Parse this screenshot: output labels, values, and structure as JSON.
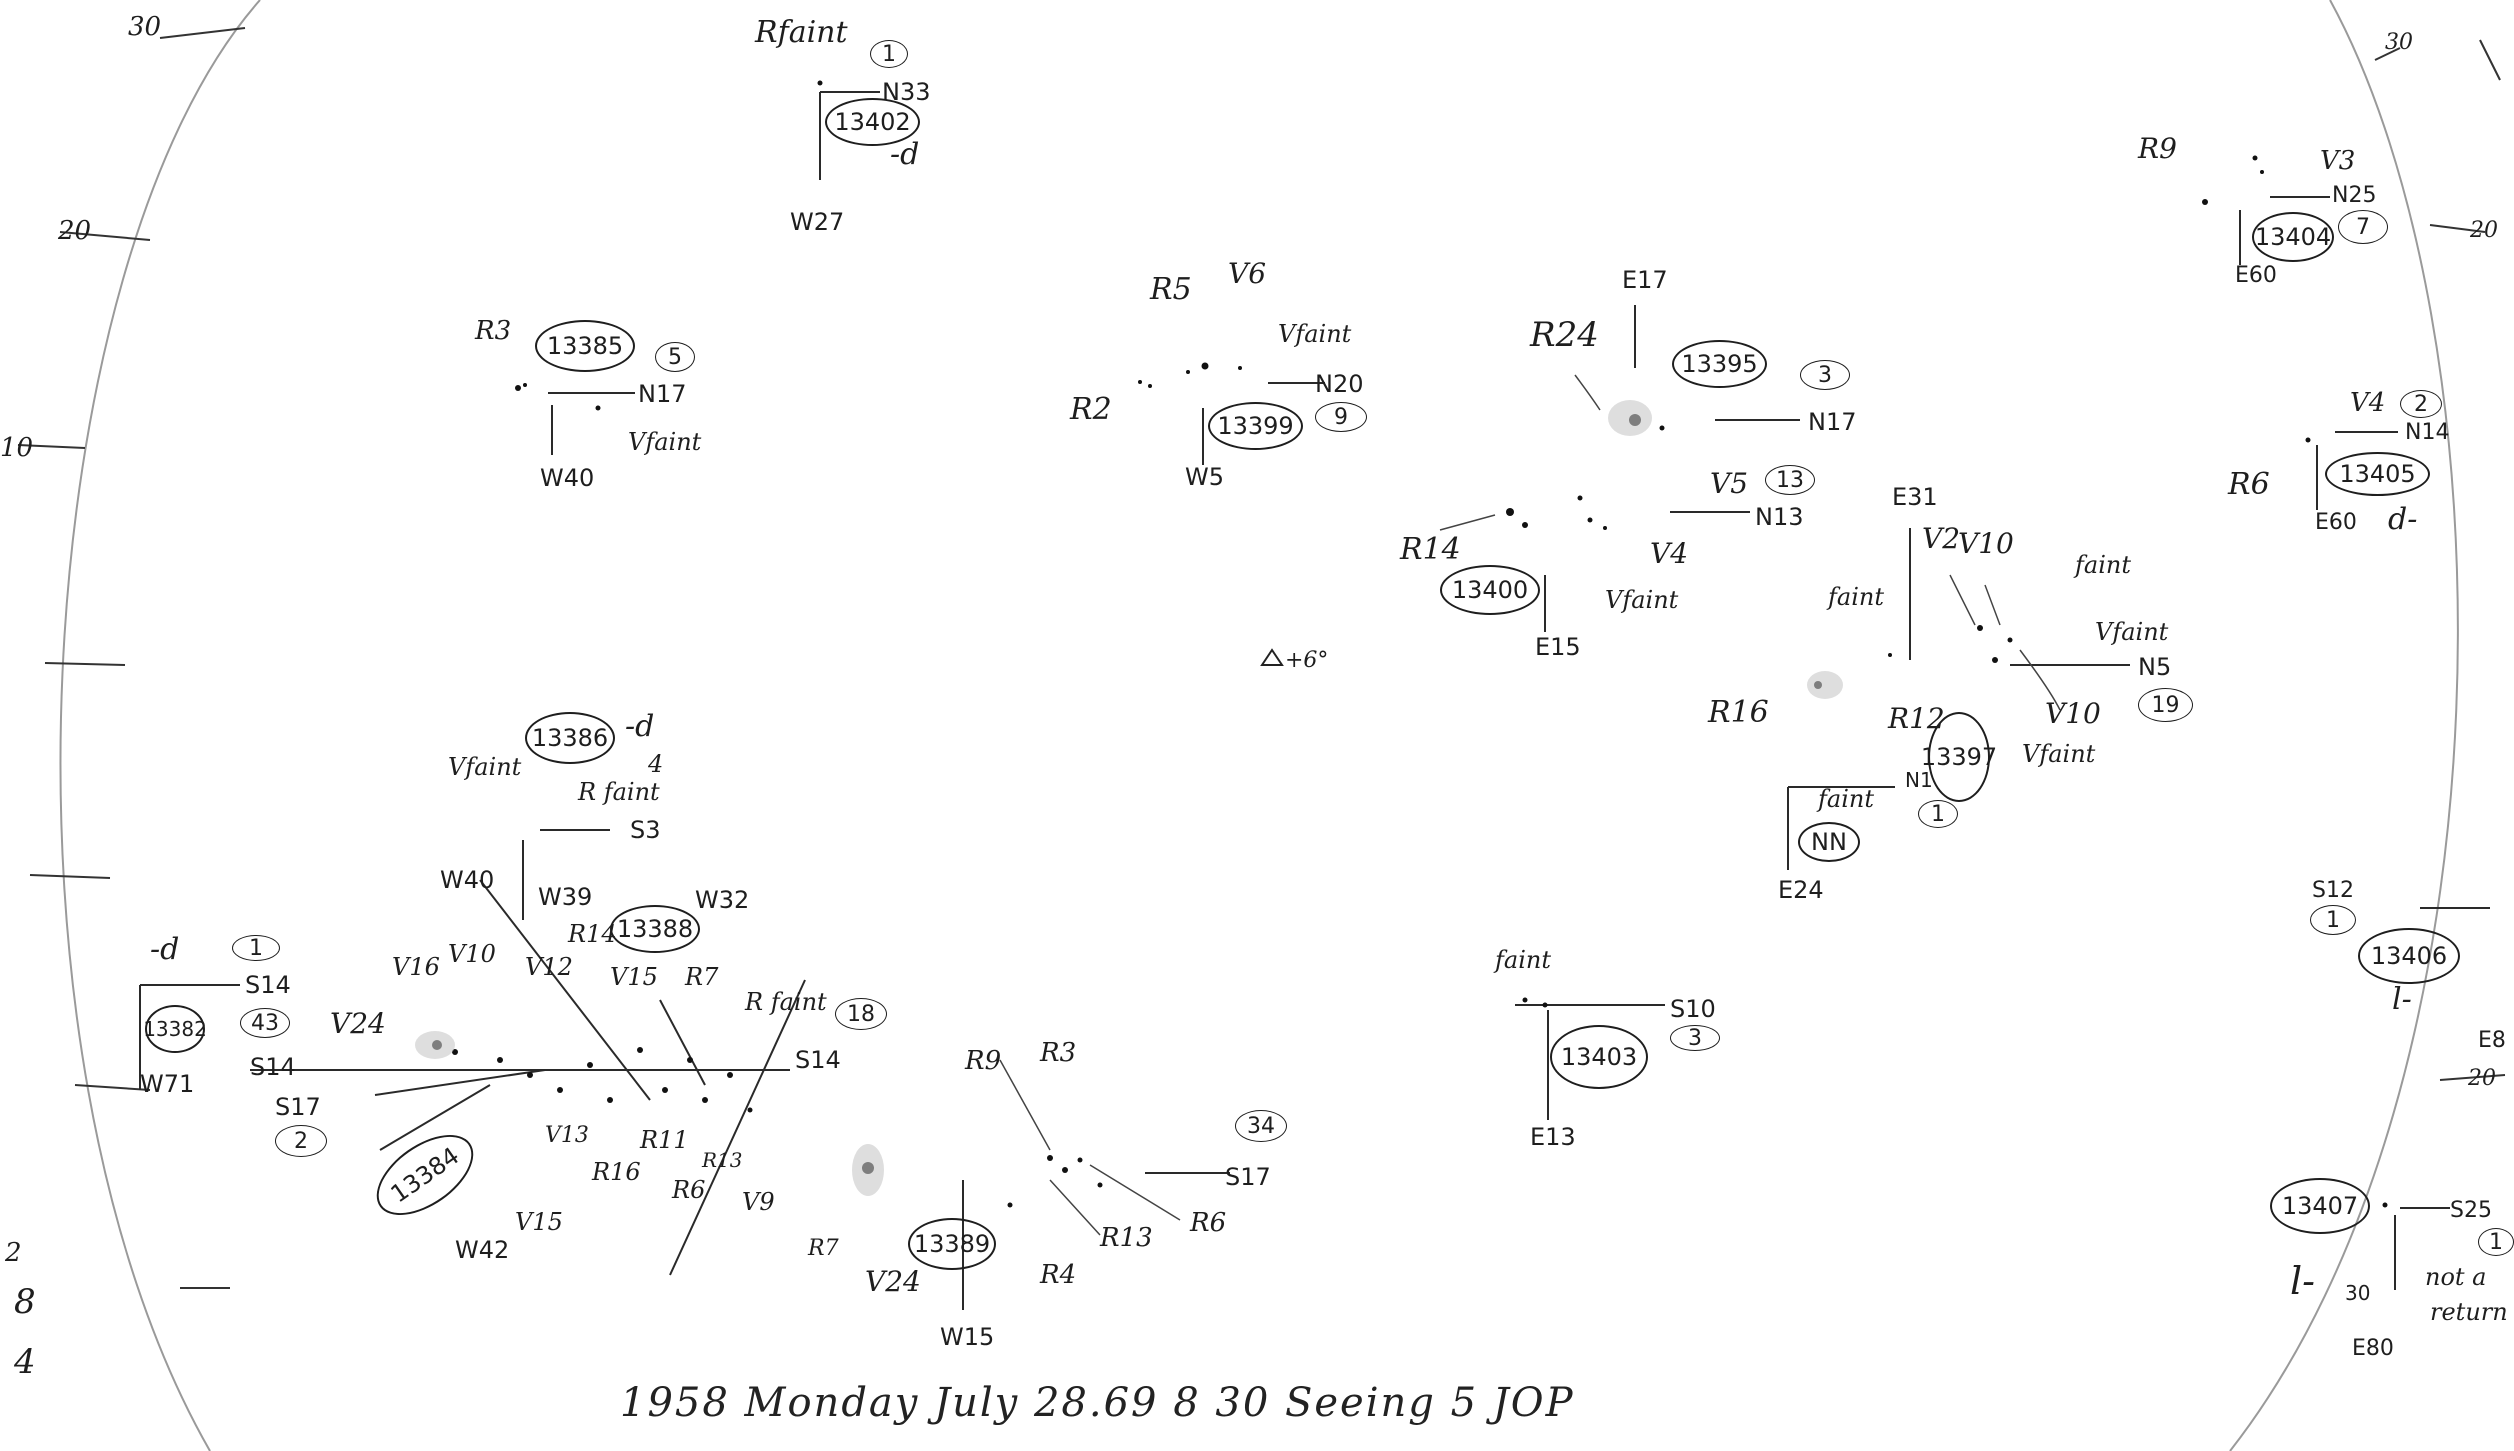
{
  "date_line": "1958 Monday July 28.69 8 30 Seeing 5 JOP",
  "groups": [
    {
      "id": "13382",
      "labels": {
        "status": "-d",
        "count": "43",
        "small": "1",
        "lat": "S14",
        "lon": "W71"
      }
    },
    {
      "id": "13384",
      "labels": {
        "lat": "S17",
        "lat_count": "2",
        "lon": "W42",
        "v1": "V24",
        "v2": "V15",
        "v3": "V13",
        "lat2": "S14"
      }
    },
    {
      "id": "13385",
      "labels": {
        "count": "5",
        "lat": "N17",
        "lon": "W40",
        "r": "R3",
        "v": "Vfaint"
      }
    },
    {
      "id": "13386",
      "labels": {
        "status": "-d",
        "count": "4",
        "lat": "S3",
        "v": "Vfaint",
        "r": "R faint"
      }
    },
    {
      "id": "13388",
      "labels": {
        "lon1": "W40",
        "lon2": "W39",
        "lon3": "W32",
        "v16": "V16",
        "v10": "V10",
        "v12": "V12",
        "r14": "R14",
        "v15": "V15",
        "r7": "R7",
        "rfaint": "R faint",
        "count": "18",
        "lat": "S14",
        "r11": "R11",
        "r16": "R16",
        "r6": "R6",
        "r13": "R13",
        "v9": "V9"
      }
    },
    {
      "id": "13389",
      "labels": {
        "count": "34",
        "lat": "S17",
        "lon": "W15",
        "r9": "R9",
        "r3": "R3",
        "r13": "R13",
        "r6": "R6",
        "r4": "R4",
        "r7": "R7",
        "v24": "V24"
      }
    },
    {
      "id": "13395",
      "labels": {
        "count": "3",
        "lat": "N17",
        "lon": "E17",
        "r": "R24"
      }
    },
    {
      "id": "13397",
      "labels": {
        "count": "19",
        "lat": "N5",
        "lon": "E31",
        "v2": "V2",
        "v10a": "V10",
        "v10b": "V10",
        "vfaint1": "Vfaint",
        "vfaint2": "Vfaint",
        "faint1": "faint",
        "faint2": "faint",
        "r16": "R16",
        "r12": "R12"
      }
    },
    {
      "id": "13399",
      "labels": {
        "count": "9",
        "lat": "N20",
        "lon": "W5",
        "r5": "R5",
        "r2": "R2",
        "v6": "V6",
        "vfaint": "Vfaint"
      }
    },
    {
      "id": "13400",
      "labels": {
        "count": "13",
        "lat": "N13",
        "lon": "E15",
        "v5": "V5",
        "v4": "V4",
        "vfaint": "Vfaint",
        "r14": "R14"
      }
    },
    {
      "id": "13402",
      "labels": {
        "status": "-d",
        "count": "1",
        "lat": "N33",
        "lon": "W27",
        "r": "Rfaint"
      }
    },
    {
      "id": "13403",
      "labels": {
        "count": "3",
        "lat": "S10",
        "lon": "E13",
        "faint": "faint"
      }
    },
    {
      "id": "13404",
      "labels": {
        "count": "7",
        "lat": "N25",
        "lon": "E60",
        "r9": "R9",
        "v3": "V3"
      }
    },
    {
      "id": "13405",
      "labels": {
        "status": "d-",
        "count": "2",
        "lat": "N14",
        "lon": "E60",
        "r6": "R6",
        "v4": "V4"
      }
    },
    {
      "id": "13406",
      "labels": {
        "status": "l-",
        "count": "1",
        "lat": "S12",
        "lon": "E8"
      }
    },
    {
      "id": "13407",
      "labels": {
        "status": "l-",
        "count": "1",
        "lat": "S25",
        "lon": "E80",
        "note1": "not a",
        "note2": "return",
        "deg": "30"
      }
    }
  ],
  "unnumbered": {
    "id": "NN",
    "count": "1",
    "lat": "N1",
    "lon": "E24",
    "faint": "faint"
  },
  "center_mark": "+6°",
  "scale_marks": {
    "left_30": "30",
    "left_20": "20",
    "left_10": "10",
    "right_30": "30",
    "right_20": "20",
    "right_20b": "20",
    "margin_fraction_top": "2",
    "margin_fraction_mid": "8",
    "margin_fraction_bot": "4"
  }
}
